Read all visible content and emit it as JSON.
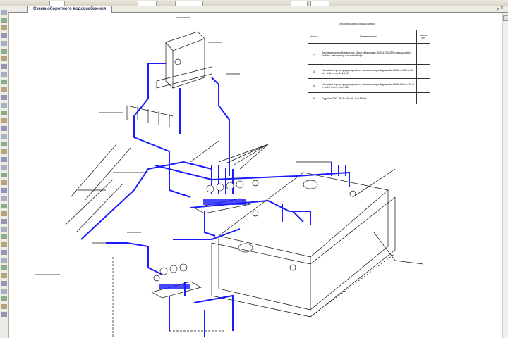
{
  "tab": {
    "title": "Схема оборотного водоснабжения"
  },
  "window_controls": {
    "pin": "ᵩ",
    "close": "✕"
  },
  "explication": {
    "title": "Экспликация оборудования",
    "headers": [
      "№ поз.",
      "Наименование",
      "Кол-во шт."
    ],
    "rows": [
      {
        "pos": "1,2",
        "name": "Бак металлический емкостью 15 м с габаритами 3500х1700х2500 с крыш. рабоч. на баке, вентилятор и колонка Бифы",
        "qty": ""
      },
      {
        "pos": "3",
        "name": "Насосный агрегат циркуляционного насоса станции Мурманбак КВМ6-3-ЭКС 8=60 м/ч, 8=8 м.в.ст, 8=4,5 кВт",
        "qty": ""
      },
      {
        "pos": "4",
        "name": "Насосный агрегат циркуляционного насоса станции Мурманбак КВК6-ЭКС 8=7/5 м/ч, 8=4,7 м.в.ст, 8=4,5 кВт",
        "qty": ""
      },
      {
        "pos": "5",
        "name": "Гидробак ГРС-150 8=150 м/ч, 8=4,18 кВт",
        "qty": ""
      }
    ]
  },
  "colors": {
    "pipe": "#1a1aff",
    "line": "#111111"
  }
}
